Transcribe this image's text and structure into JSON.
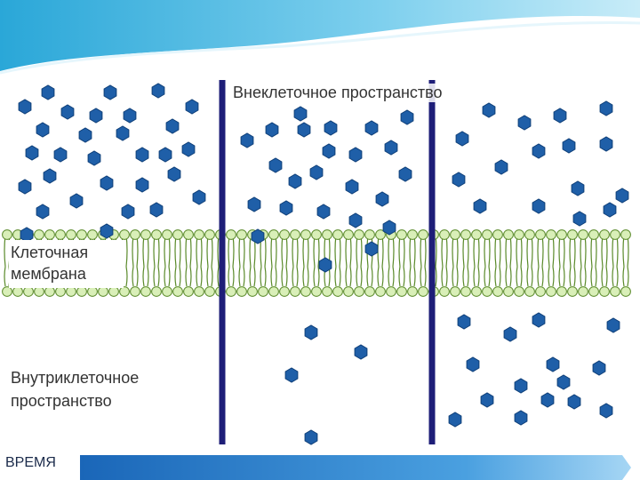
{
  "labels": {
    "extracellular": "Внеклеточное пространство",
    "membrane_line1": "Клеточная",
    "membrane_line2": "мембрана",
    "intracellular_line1": "Внутриклеточное",
    "intracellular_line2": "пространство",
    "time": "ВРЕМЯ"
  },
  "colors": {
    "molecule": "#1f5fa8",
    "molecule_stroke": "#0f3f78",
    "lipid_head": "#d9efb8",
    "lipid_outline": "#5a8a2a",
    "divider": "#1e1e78",
    "time_arrow": "#1f78c8",
    "top_band": "#3fb3dd"
  },
  "panels": [
    {
      "name": "before",
      "extracellular_molecules": 30,
      "intracellular_molecules": 0
    },
    {
      "name": "during",
      "extracellular_molecules": 24,
      "intracellular_molecules": 4
    },
    {
      "name": "after",
      "extracellular_molecules": 16,
      "intracellular_molecules": 15
    }
  ]
}
